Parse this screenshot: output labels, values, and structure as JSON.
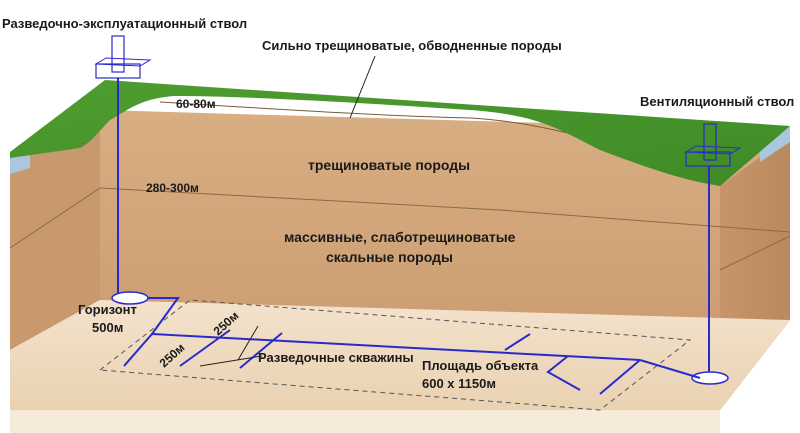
{
  "labels": {
    "main_shaft": "Разведочно-эксплуатационный ствол",
    "vent_shaft": "Вентиляционный ствол",
    "fractured_watered": "Сильно трещиноватые, обводненные породы",
    "depth_60_80": "60-80м",
    "fractured": "трещиноватые породы",
    "depth_280_300": "280-300м",
    "massive_line1": "массивные, слаботрещиноватые",
    "massive_line2": "скальные породы",
    "horizon_line1": "Горизонт",
    "horizon_line2": "500м",
    "exploration_wells": "Разведочные скважины",
    "spacing_a": "250м",
    "spacing_b": "250м",
    "site_line1": "Площадь объекта",
    "site_line2": "600 х 1150м"
  },
  "colors": {
    "surface_green": "#4a9a2c",
    "rock_light": "#e2bd96",
    "rock_mid": "#d6ab80",
    "rock_dark": "#c39268",
    "water": "#a9c7dd",
    "shaft_blue": "#2a2acc"
  }
}
